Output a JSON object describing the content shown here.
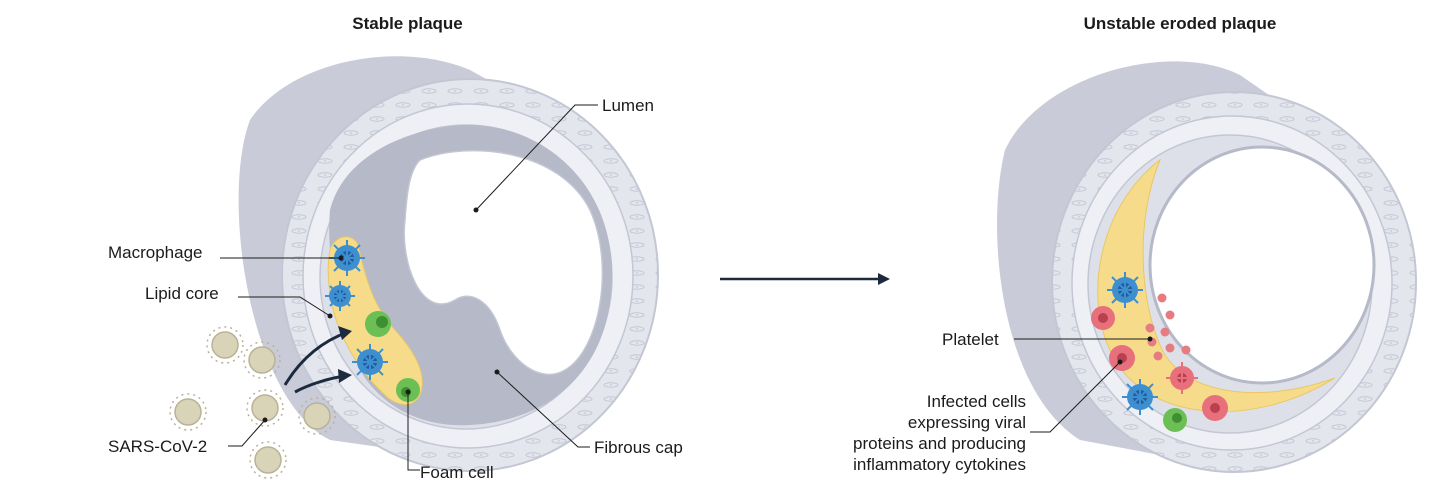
{
  "panels": {
    "left": {
      "title": "Stable plaque",
      "labels": {
        "lumen": "Lumen",
        "macrophage": "Macrophage",
        "lipid_core": "Lipid core",
        "sars_cov_2": "SARS-CoV-2",
        "foam_cell": "Foam cell",
        "fibrous_cap": "Fibrous cap"
      }
    },
    "right": {
      "title": "Unstable eroded plaque",
      "labels": {
        "platelet": "Platelet",
        "infected_line1": "Infected cells",
        "infected_line2": "expressing viral",
        "infected_line3": "proteins and producing",
        "infected_line4": "inflammatory cytokines"
      }
    }
  },
  "colors": {
    "vessel_outer": "#c9ccd8",
    "vessel_wall": "#dfe2ea",
    "intima": "#b9bdcc",
    "lipid": "#f6dc8a",
    "macrophage": "#3d8fd0",
    "foam_cell": "#6cbf54",
    "infected_cell": "#e8707d",
    "platelet": "#e77b82",
    "virus": "#d9d4b8",
    "arrow": "#1c2a3f",
    "leader": "#1b1b1b"
  }
}
